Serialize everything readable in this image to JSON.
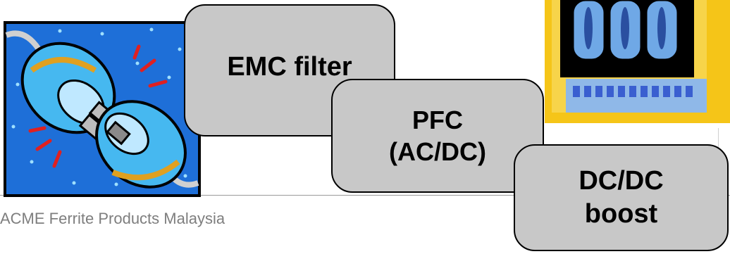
{
  "footer": {
    "company": "ACME Ferrite Products Malaysia"
  },
  "stages": [
    {
      "label": "EMC filter"
    },
    {
      "label": "PFC\n(AC/DC)"
    },
    {
      "label": "DC/DC\nboost"
    }
  ],
  "images": {
    "left": "plug-connector-clipart",
    "right": "electronic-component-clipart"
  },
  "colors": {
    "box_fill": "#c8c8c8",
    "box_border": "#000000",
    "footer_text": "#7e7e7e",
    "plug_background": "#1e6fd8",
    "plug_body": "#46b8f0",
    "component_background": "#f5c518"
  }
}
